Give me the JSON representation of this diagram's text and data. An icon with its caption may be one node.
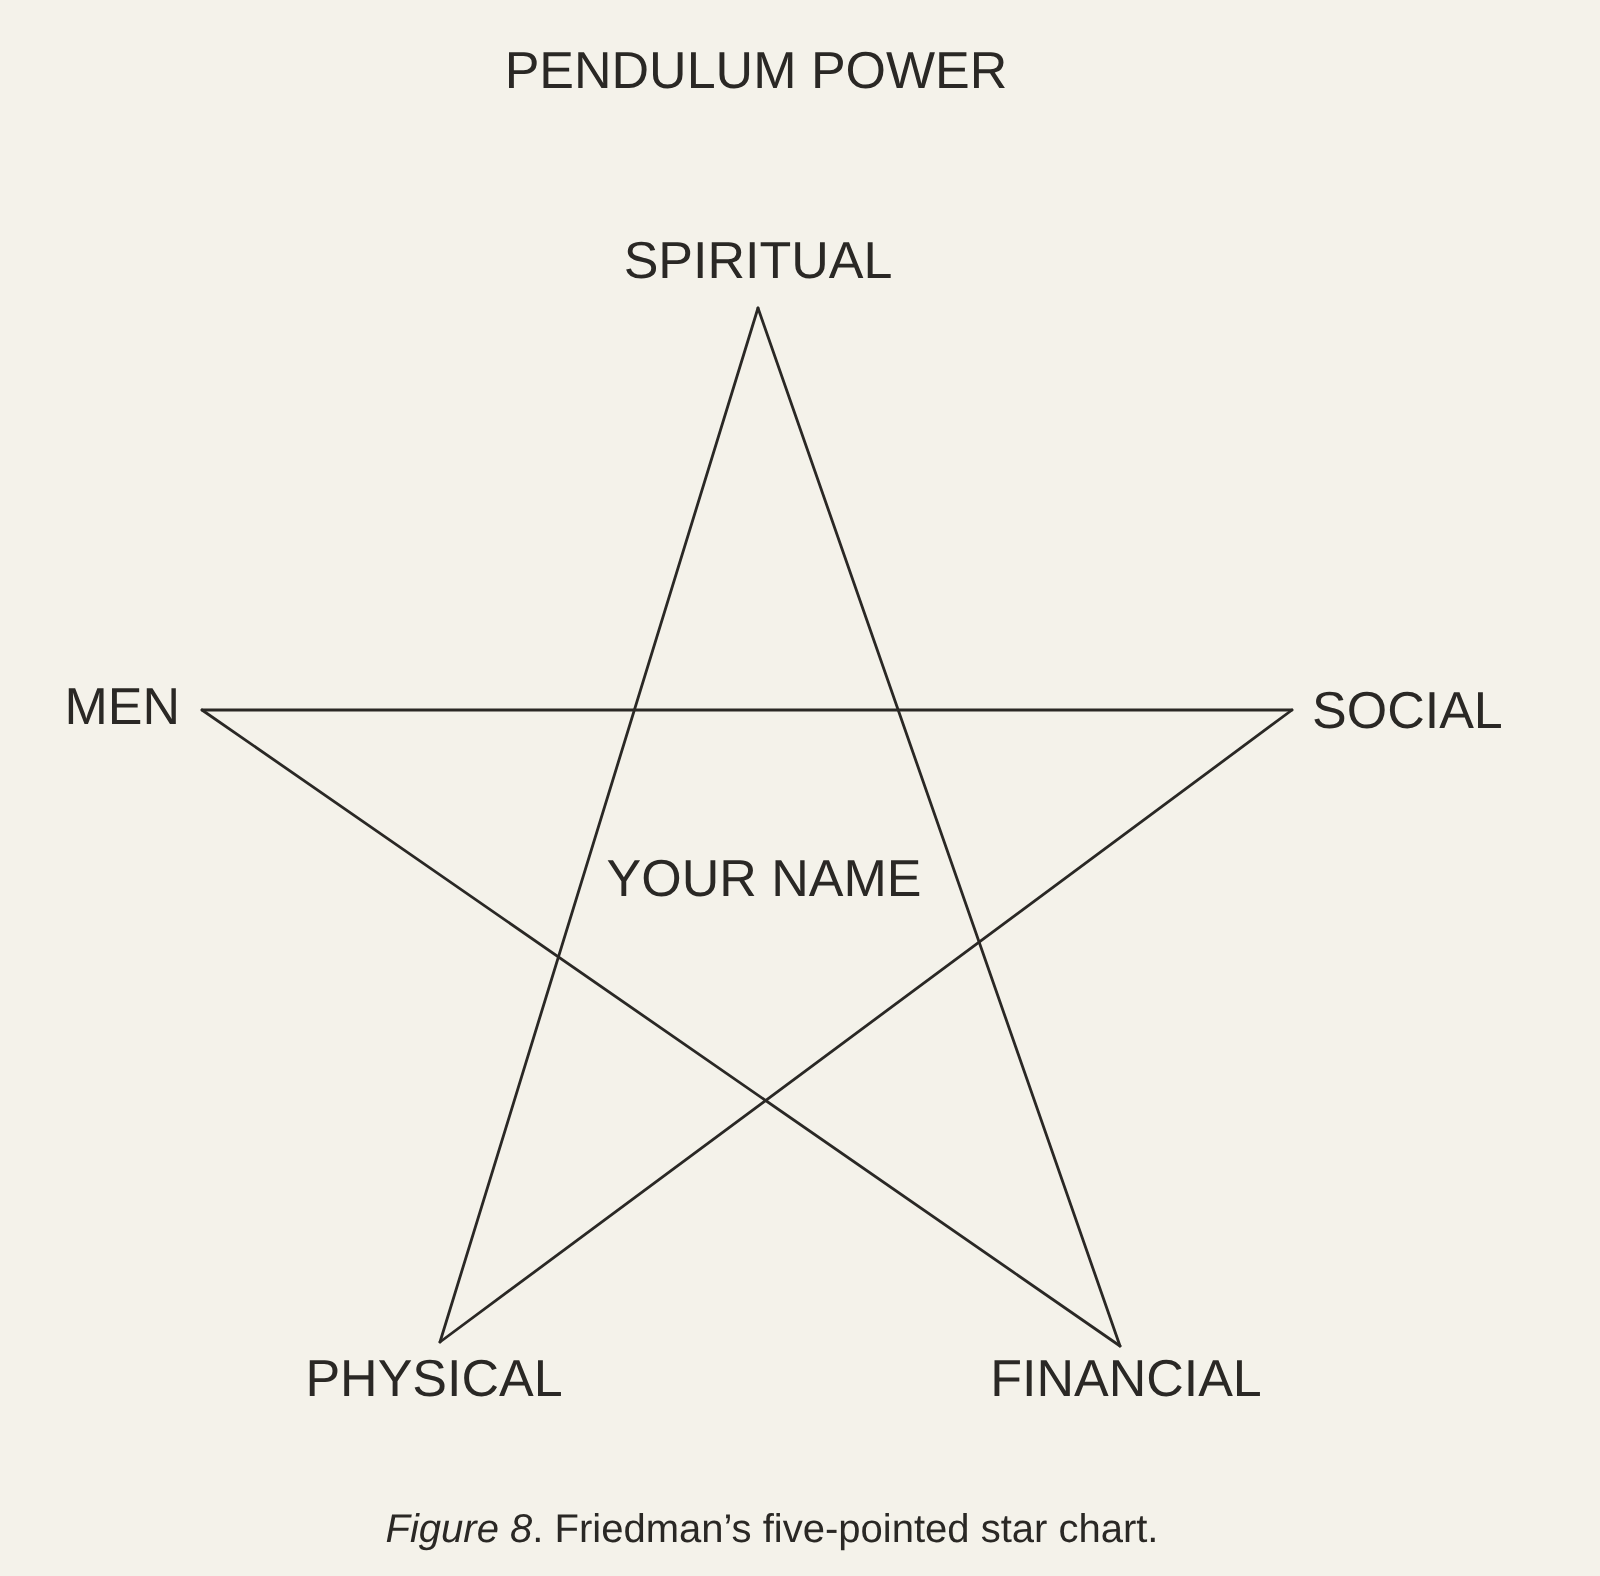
{
  "diagram": {
    "title": "PENDULUM POWER",
    "caption": "*Figure 8*. Friedman’s five-pointed star chart.",
    "nodes": [
      {
        "text": [
          "SPIRITUAL"
        ]
      },
      {
        "text": [
          "MEN"
        ]
      },
      {
        "text": [
          "SOCIAL"
        ]
      },
      {
        "text": [
          "PHYSICAL"
        ]
      },
      {
        "text": [
          "FINANCIAL"
        ]
      }
    ],
    "edges": [
      {
        "from": 0,
        "to": 3,
        "arrow": "none"
      },
      {
        "from": 0,
        "to": 4,
        "arrow": "none"
      },
      {
        "from": 1,
        "to": 2,
        "arrow": "none"
      },
      {
        "from": 1,
        "to": 4,
        "arrow": "none"
      },
      {
        "from": 2,
        "to": 3,
        "arrow": "none"
      }
    ],
    "labels": [
      "YOUR NAME"
    ]
  }
}
